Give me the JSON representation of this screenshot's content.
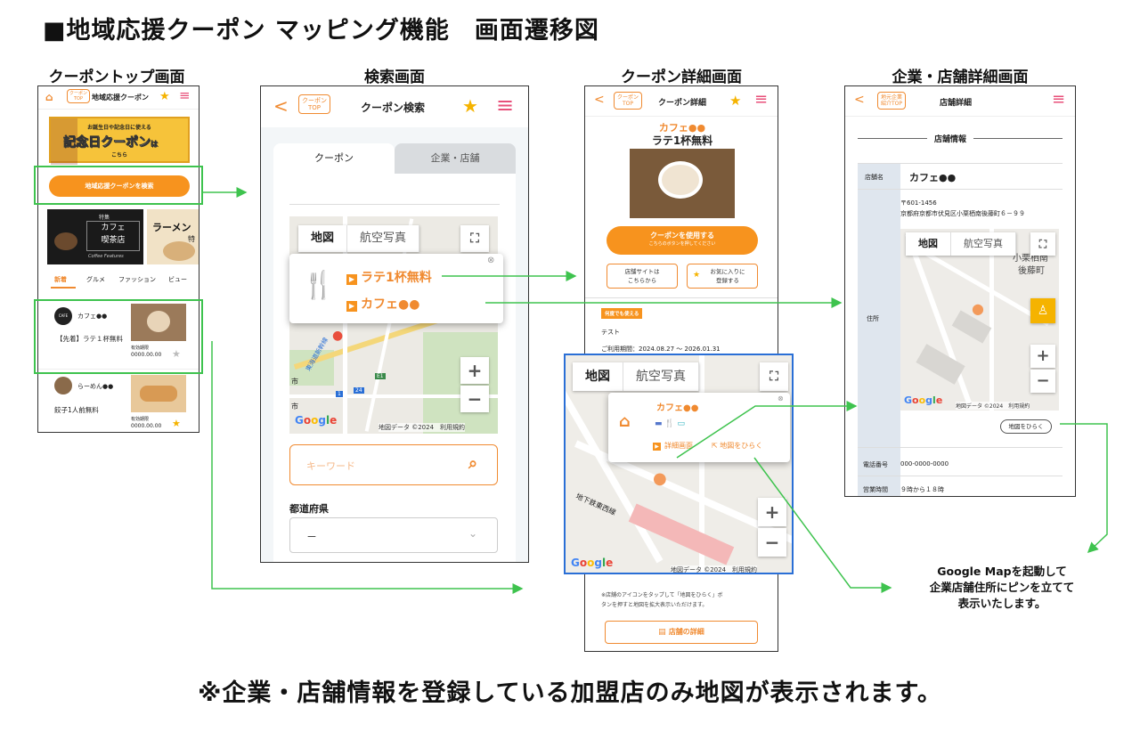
{
  "title": "■地域応援クーポン マッピング機能　画面遷移図",
  "columns": [
    "クーポントップ画面",
    "検索画面",
    "クーポン詳細画面",
    "企業・店舗詳細画面"
  ],
  "footer_note": "※企業・店舗情報を登録している加盟店のみ地図が表示されます。",
  "google_map_note": [
    "Google Mapを起動して",
    "企業店舗住所にピンを立てて",
    "表示いたします。"
  ],
  "colors": {
    "accent": "#f7931e",
    "arrow": "#3ec34e",
    "highlight": "#2a6fd6",
    "menu": "#e8507a",
    "star": "#f5b300"
  },
  "coupon_top": {
    "badge": [
      "クーポン",
      "TOP"
    ],
    "header_title": "地域応援クーポン",
    "banner": {
      "top": "お誕生日や記念日に使える",
      "main": "記念日クーポン",
      "tail": "は",
      "sub": "こちら"
    },
    "search_button": "地域応援クーポンを検索",
    "features": {
      "cafe_tag": "特集",
      "cafe_title": [
        "カフェ",
        "喫茶店"
      ],
      "cafe_sub": "Coffee Features",
      "ramen_title": "ラーメン",
      "ramen_tail": "特"
    },
    "tabs": [
      "新着",
      "グルメ",
      "ファッション",
      "ビュー"
    ],
    "items": [
      {
        "logo": "CAFE",
        "shop": "カフェ●●",
        "title": "【先着】ラテ１杯無料",
        "expiry_label": "有効期限",
        "expiry": "0000.00.00"
      },
      {
        "shop": "らーめん●●",
        "title": "餃子1人前無料",
        "expiry_label": "有効期限",
        "expiry": "0000.00.00"
      }
    ]
  },
  "search": {
    "back": "<",
    "badge": [
      "クーポン",
      "TOP"
    ],
    "header_title": "クーポン検索",
    "tabs": [
      "クーポン",
      "企業・店舗"
    ],
    "map_tabs": [
      "地図",
      "航空写真"
    ],
    "popup": {
      "coupon": "ラテ1杯無料",
      "shop": "カフェ●●"
    },
    "map_labels": [
      "東海道新幹線",
      "E1",
      "1",
      "24",
      "市",
      "市"
    ],
    "map_copy": [
      "地図データ ©2024",
      "利用規約"
    ],
    "keyword_placeholder": "キーワード",
    "prefecture_label": "都道府県",
    "prefecture_value": "－"
  },
  "detail": {
    "back": "<",
    "badge": [
      "クーポン",
      "TOP"
    ],
    "header_title": "クーポン詳細",
    "shop": "カフェ●●",
    "coupon": "ラテ1杯無料",
    "use_button": "クーポンを使用する",
    "use_sub": "こちらのボタンを押してください",
    "site_button": [
      "店舗サイトは",
      "こちらから"
    ],
    "fav_button": [
      "お気に入りに",
      "登録する"
    ],
    "tag": "何度でも使える",
    "body": "テスト",
    "period": "ご利用期間：2024.08.27 ～ 2026.01.31",
    "map_popup": {
      "shop": "カフェ●●",
      "detail_link": "詳細画面",
      "open_link": "地図をひらく"
    },
    "map_tabs": [
      "地図",
      "航空写真"
    ],
    "map_labels": [
      "地下鉄東西線"
    ],
    "map_copy": [
      "地図データ ©2024",
      "利用規約"
    ],
    "note": [
      "※店舗のアイコンをタップして「地図をひらく」ボ",
      "タンを押すと地図を拡大表示いただけます。"
    ],
    "shop_detail_button": "店舗の詳細"
  },
  "shop_detail": {
    "back": "<",
    "badge": [
      "地元企業",
      "紹介TOP"
    ],
    "header_title": "店舗詳細",
    "section": "店舗情報",
    "rows": {
      "name_label": "店舗名",
      "name": "カフェ●●",
      "address_label": "住所",
      "zip": "〒601-1456",
      "address": "京都府京都市伏見区小栗栖南後藤町６－９９",
      "phone_label": "電話番号",
      "phone": "000-0000-0000",
      "hours_label": "営業時間",
      "hours": "９時から１８時"
    },
    "map_tabs": [
      "地図",
      "航空写真"
    ],
    "map_labels": [
      "小栗栖南",
      "後藤町"
    ],
    "map_copy": [
      "地図データ ©2024",
      "利用規約"
    ],
    "open_map": "地図をひらく"
  }
}
